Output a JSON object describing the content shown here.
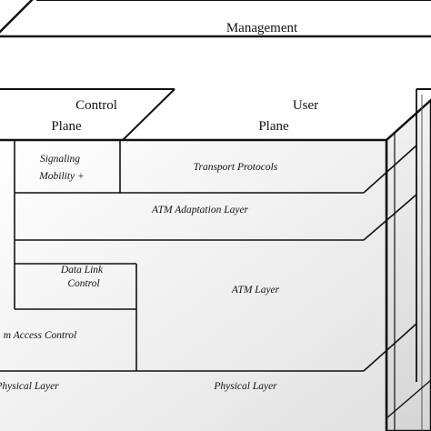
{
  "diagram": {
    "planes": {
      "management": "Management",
      "control": "Control",
      "user": "User",
      "plane_word": "Plane"
    },
    "cells": {
      "signaling": "Signaling",
      "mobility": "Mobility +",
      "transport_protocols": "Transport Protocols",
      "atm_adaptation_layer": "ATM Adaptation Layer",
      "data_link": "Data Link",
      "control_word": "Control",
      "atm_layer": "ATM Layer",
      "medium_access_control": "m Access Control",
      "physical_layer_left": "Physical Layer",
      "physical_layer_right": "Physical Layer"
    },
    "colors": {
      "face_gradient_start": "#ffffff",
      "face_gradient_end": "#dcdcdc",
      "line": "#111111"
    }
  }
}
